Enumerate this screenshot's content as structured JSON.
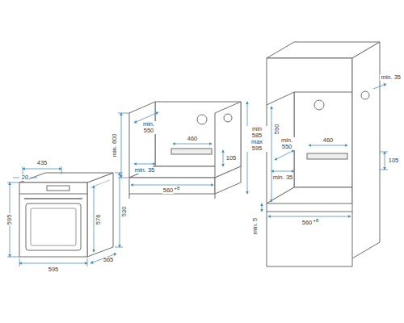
{
  "diagram": {
    "labels": [
      "435",
      "20",
      "595",
      "576",
      "530",
      "595",
      "565",
      "min. 600",
      "min. 550",
      "460",
      "min. 35",
      "560",
      "+8",
      "105",
      "min 585 max 595",
      "min. 35",
      "590",
      "min. 550",
      "460",
      "min. 35",
      "105",
      "min. 5",
      "560",
      "+8"
    ]
  }
}
